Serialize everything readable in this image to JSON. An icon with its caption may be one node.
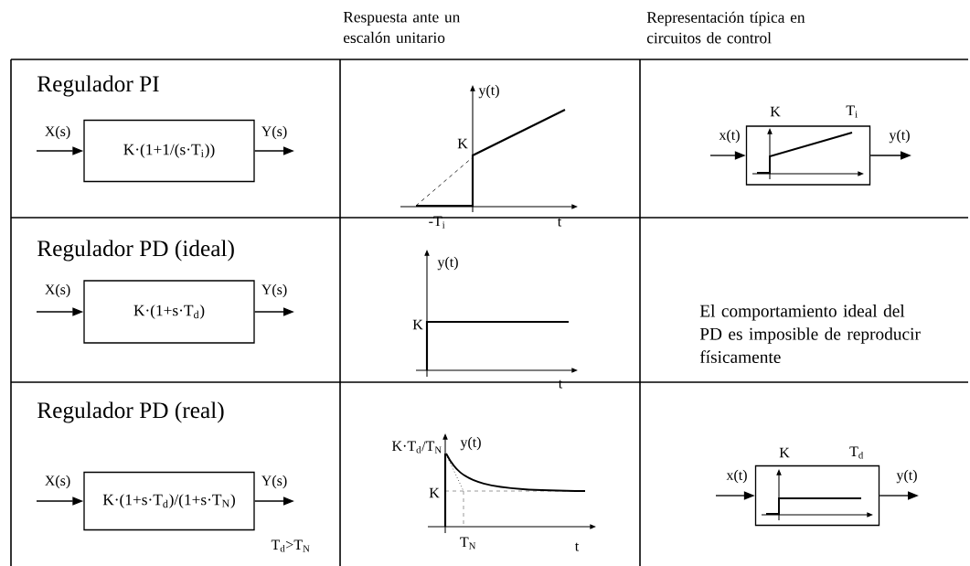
{
  "diagram": {
    "nodes": [
      {
        "text": [
          "K·(1+1/(s·T$_{i}$))"
        ]
      },
      {
        "text": [],
        "shape": "box",
        "beside": [
          "K",
          "T$_{i}$"
        ]
      },
      {
        "text": [
          "K·(1+s·T$_{d}$)"
        ]
      },
      {
        "text": [
          "K·(1+s·T$_{d}$)/(1+s·T$_{N}$)"
        ]
      },
      {
        "text": [],
        "shape": "box",
        "beside": [
          "K",
          "T$_{d}$"
        ]
      }
    ],
    "edges": [
      {
        "from": null,
        "to": 0,
        "arrow": "to",
        "label": "X(s)"
      },
      {
        "from": 0,
        "to": null,
        "arrow": "to",
        "label": "Y(s)"
      },
      {
        "from": null,
        "to": 1,
        "arrow": "to",
        "label": "x(t)"
      },
      {
        "from": 1,
        "to": null,
        "arrow": "to",
        "label": "y(t)"
      },
      {
        "from": null,
        "to": 2,
        "arrow": "to",
        "label": "X(s)"
      },
      {
        "from": 2,
        "to": null,
        "arrow": "to",
        "label": "Y(s)"
      },
      {
        "from": null,
        "to": 3,
        "arrow": "to",
        "label": "X(s)"
      },
      {
        "from": 3,
        "to": null,
        "arrow": "to",
        "label": "Y(s)"
      },
      {
        "from": null,
        "to": 4,
        "arrow": "to",
        "label": "x(t)"
      },
      {
        "from": 4,
        "to": null,
        "arrow": "to",
        "label": "y(t)"
      }
    ],
    "labels": [
      "Respuesta ante un escalón unitario",
      "Representación típica en circuitos de control",
      "Regulador PI",
      "y(t)",
      "K",
      "-T$_{i}$",
      "t",
      "Regulador PD (ideal)",
      "y(t)",
      "K",
      "t",
      "El comportamiento ideal del PD es imposible de reproducir físicamente",
      "Regulador PD (real)",
      "K·T$_{d}$/T$_{N}$",
      "y(t)",
      "K",
      "T$_{N}$",
      "t",
      "T$_{d}$>T$_{N}$"
    ]
  }
}
